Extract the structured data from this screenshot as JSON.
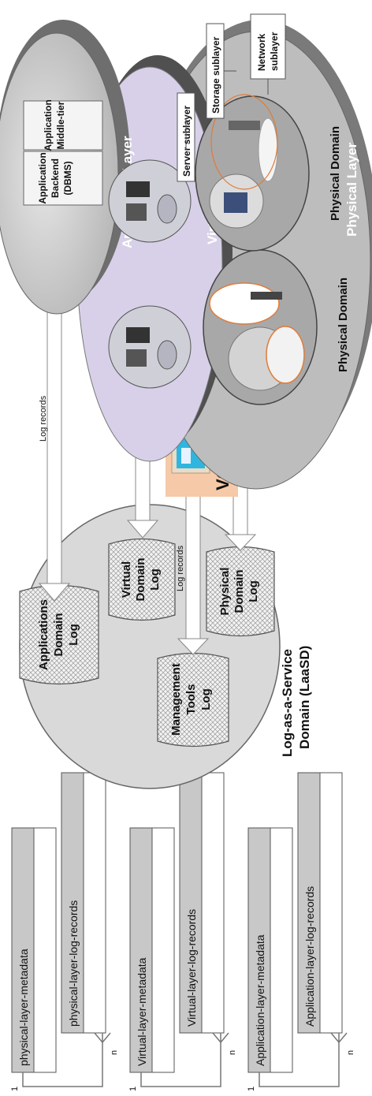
{
  "entities": [
    {
      "metadata": "physical-layer-metadata",
      "records": "physical-layer-log-records"
    },
    {
      "metadata": "Virtual-layer-metadata",
      "records": "Virtual-layer-log-records"
    },
    {
      "metadata": "Application-layer-metadata",
      "records": "Application-layer-log-records"
    }
  ],
  "cardinality": {
    "one": "1",
    "many": "n"
  },
  "laasd": {
    "title_line1": "Log-as-a-Service",
    "title_line2": "Domain (LaaSD)",
    "logs": {
      "applications": [
        "Applications",
        "Domain",
        "Log"
      ],
      "virtual": [
        "Virtual",
        "Domain",
        "Log"
      ],
      "management": [
        "Management",
        "Tools",
        "Log"
      ],
      "physical": [
        "Physical",
        "Domain",
        "Log"
      ]
    }
  },
  "log_records_label": "Log records",
  "vcc_label": "VCC",
  "application_layer": {
    "title": "Application Layer",
    "middle_tier": [
      "Application",
      "Middle-tier"
    ],
    "backend": [
      "Application",
      "Backend",
      "(DBMS)"
    ]
  },
  "virtual_layer": {
    "title": "Virtual Layer"
  },
  "physical_layer": {
    "title": "Physical Layer",
    "domain_label": "Physical Domain",
    "server_sublayer": "Server sublayer",
    "storage_sublayer": "Storage sublayer",
    "network_sublayer": [
      "Network",
      "sublayer"
    ]
  },
  "colors": {
    "laasd_fill": "#d9d9d9",
    "layer_gray": "#bdbdbd",
    "layer_dark": "#7a7a7a",
    "virtual_fill": "#d8d0e8",
    "vcc_orange": "#f6c9a8",
    "vcc_screen": "#2fb6e0",
    "domain_border": "#e07b39",
    "entity_header": "#c8c8c8"
  }
}
